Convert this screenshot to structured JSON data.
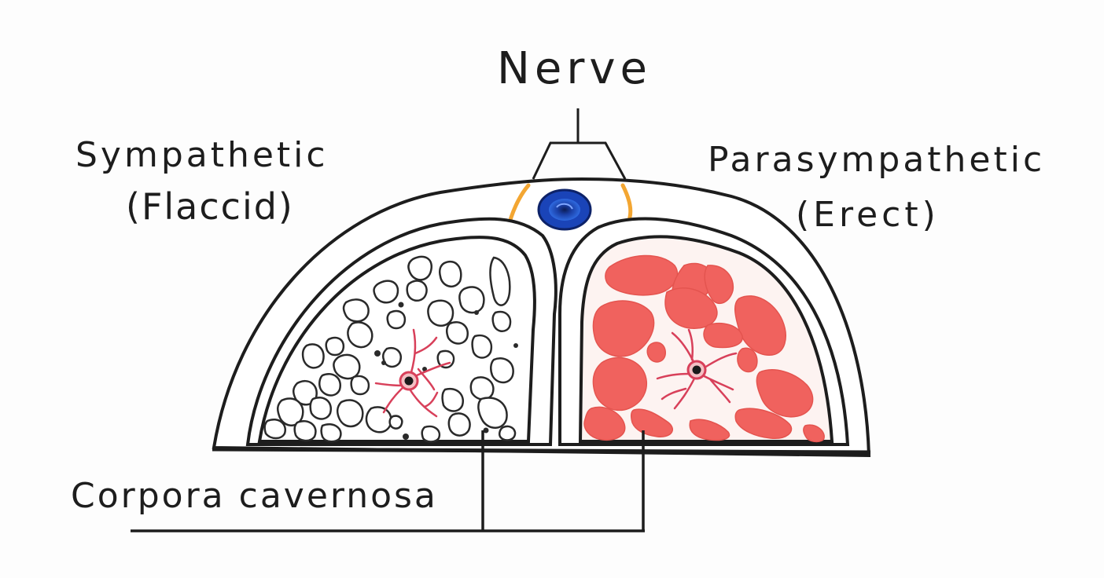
{
  "labels": {
    "nerve": "Nerve",
    "sympathetic": "Sympathetic",
    "flaccid": "(Flaccid)",
    "parasympathetic": "Parasympathetic",
    "erect": "(Erect)",
    "corpora": "Corpora cavernosa"
  },
  "colors": {
    "ink": "#1d1d1d",
    "erect_tissue": "#f0625e",
    "nerve_vessel": "#1f54c6",
    "nerve_sheath": "#f3a632",
    "vessel_branches": "#d8405a"
  }
}
